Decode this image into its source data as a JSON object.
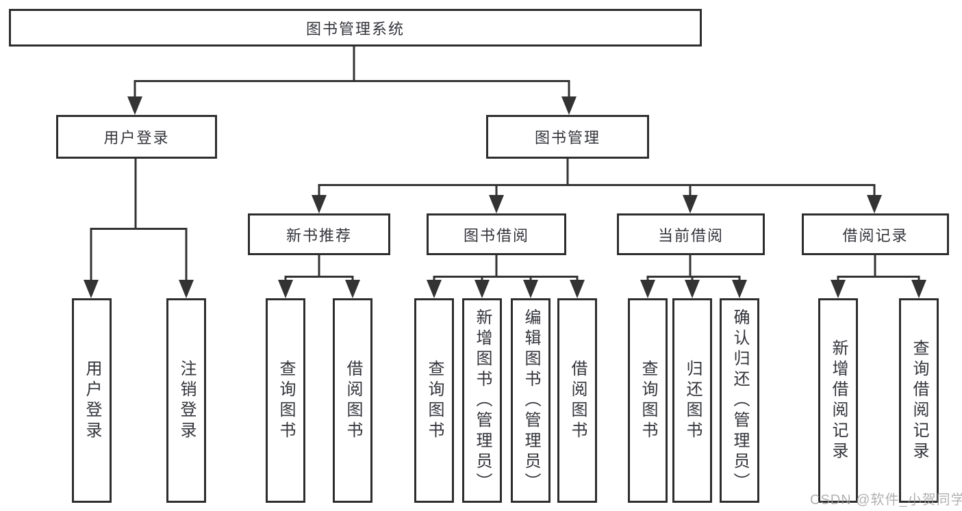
{
  "diagram": {
    "root": {
      "label": "图书管理系统"
    },
    "level2": [
      {
        "label": "用户登录"
      },
      {
        "label": "图书管理"
      }
    ],
    "level3": [
      {
        "label": "新书推荐",
        "parent": "图书管理"
      },
      {
        "label": "图书借阅",
        "parent": "图书管理"
      },
      {
        "label": "当前借阅",
        "parent": "图书管理"
      },
      {
        "label": "借阅记录",
        "parent": "图书管理"
      }
    ],
    "leaves": [
      {
        "label": "用户登录",
        "parent": "用户登录"
      },
      {
        "label": "注销登录",
        "parent": "用户登录"
      },
      {
        "label": "查询图书",
        "parent": "新书推荐"
      },
      {
        "label": "借阅图书",
        "parent": "新书推荐"
      },
      {
        "label": "查询图书",
        "parent": "图书借阅"
      },
      {
        "label": "新增图书（管理员）",
        "parent": "图书借阅"
      },
      {
        "label": "编辑图书（管理员）",
        "parent": "图书借阅"
      },
      {
        "label": "借阅图书",
        "parent": "图书借阅"
      },
      {
        "label": "查询图书",
        "parent": "当前借阅"
      },
      {
        "label": "归还图书",
        "parent": "当前借阅"
      },
      {
        "label": "确认归还（管理员）",
        "parent": "当前借阅"
      },
      {
        "label": "新增借阅记录",
        "parent": "借阅记录"
      },
      {
        "label": "查询借阅记录",
        "parent": "借阅记录"
      }
    ]
  },
  "watermark": "CSDN @软件_小贺同学",
  "colors": {
    "line": "#333333",
    "box_border": "#2d2d2d",
    "text": "#33343a",
    "watermark": "#9e9e9e",
    "background": "#ffffff"
  }
}
